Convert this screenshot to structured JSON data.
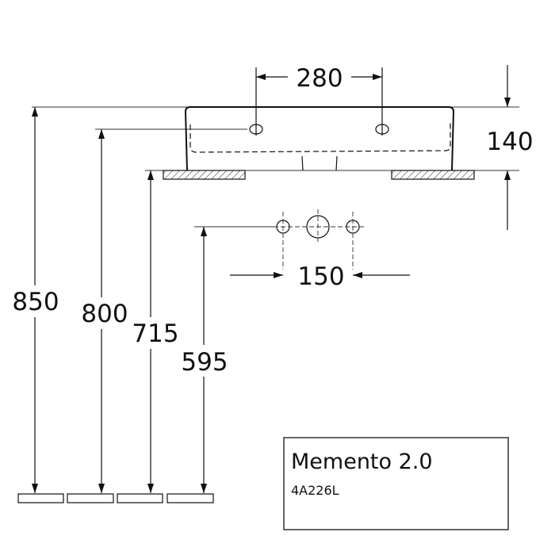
{
  "drawing": {
    "dimensions": {
      "tap_spacing": "280",
      "basin_height": "140",
      "connection_spacing": "150",
      "top_height": "850",
      "tap_height": "800",
      "bottom_height": "715",
      "connection_height": "595"
    },
    "title_block": {
      "product_name": "Memento 2.0",
      "article_code": "4A226L"
    }
  }
}
